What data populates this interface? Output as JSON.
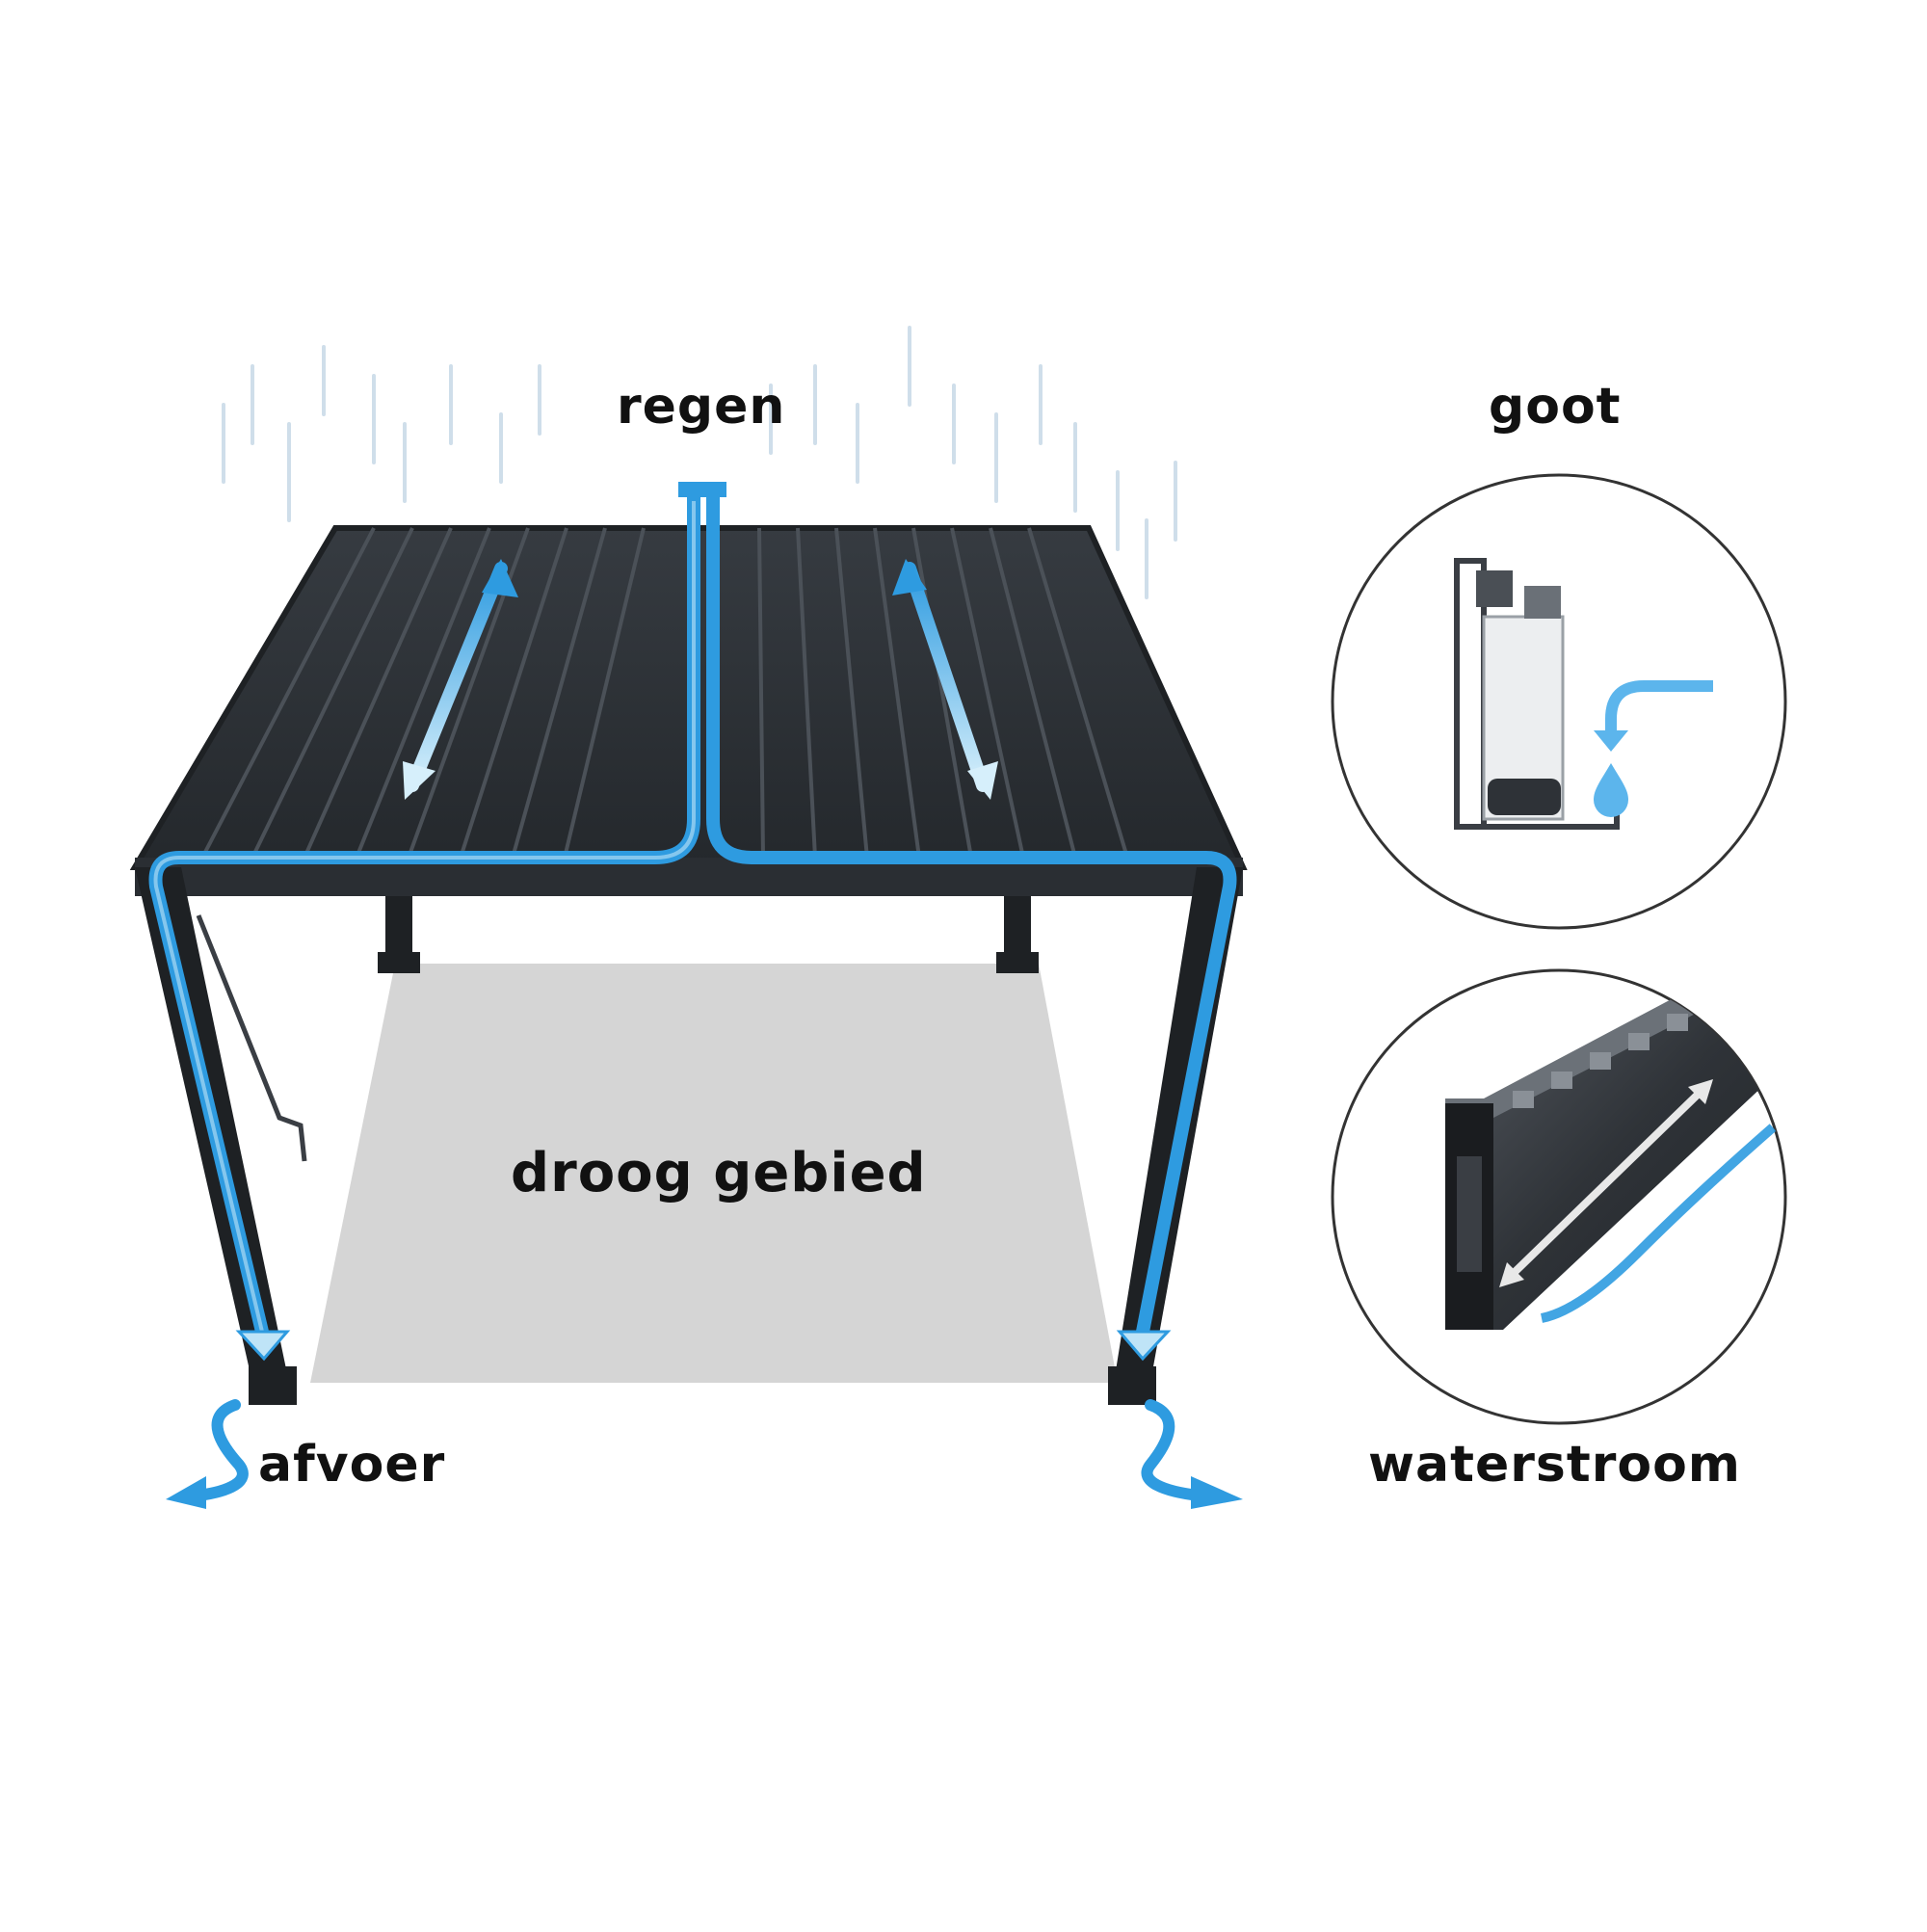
{
  "labels": {
    "rain": "regen",
    "gutter": "goot",
    "dry_area": "droog gebied",
    "drain": "afvoer",
    "water_flow": "waterstroom"
  },
  "colors": {
    "water_blue": "#2e9be0",
    "water_light": "#bfe4f7",
    "roof_dark": "#2c3035",
    "slat_line": "#4b5158",
    "frame_dark": "#1e2124",
    "dry_floor": "#d5d5d5",
    "rain_drop": "#c4d7e6"
  }
}
